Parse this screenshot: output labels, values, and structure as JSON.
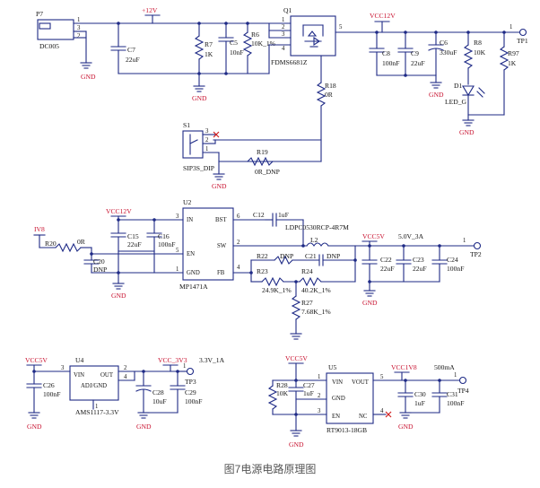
{
  "caption": "图7电源电路原理图",
  "labels": {
    "P7": "P7",
    "DC005": "DC005",
    "C7": "C7",
    "C7v": "22uF",
    "R7": "R7",
    "R7v": "1K",
    "C5": "C5",
    "C5v": "10nF",
    "R6": "R6",
    "R6v": "10K_1%",
    "Q1": "Q1",
    "Q1v": "FDMS6681Z",
    "C8": "C8",
    "C8v": "100nF",
    "C9": "C9",
    "C9v": "22uF",
    "C6": "C6",
    "C6v": "330uF",
    "R8": "R8",
    "R8v": "10K",
    "R97": "R97",
    "R97v": "1K",
    "D1": "D1",
    "D1v": "LED_G",
    "TP1": "TP1",
    "R18": "R18",
    "R18v": "0R",
    "S1": "S1",
    "S1v": "SIP3S_DIP",
    "R19": "R19",
    "R19v": "0R_DNP",
    "U2": "U2",
    "U2v": "MP1471A",
    "C12": "C12",
    "C12v": "1uF",
    "L2part": "LDPC0530RCP-4R7M",
    "L2": "L2",
    "R20": "R20",
    "R20v": "0R",
    "C20": "C20",
    "C20v": "DNP",
    "C15": "C15",
    "C15v": "22uF",
    "C16": "C16",
    "C16v": "100nF",
    "R22": "R22",
    "R22v": "DNP",
    "C21": "C21",
    "C21v": "DNP",
    "R23": "R23",
    "R23v": "24.9K_1%",
    "R24": "R24",
    "R24v": "40.2K_1%",
    "R27": "R27",
    "R27v": "7.68K_1%",
    "C22": "C22",
    "C22v": "22uF",
    "C23": "C23",
    "C23v": "22uF",
    "C24": "C24",
    "C24v": "100nF",
    "TP2": "TP2",
    "rail5v": "5.0V_3A",
    "U4": "U4",
    "U4v": "AMS1117-3.3V",
    "C26": "C26",
    "C26v": "100nF",
    "C28": "C28",
    "C28v": "10uF",
    "C29": "C29",
    "C29v": "100nF",
    "TP3": "TP3",
    "rail33": "3.3V_1A",
    "U5": "U5",
    "U5v": "RT9013-18GB",
    "R28": "R28",
    "R28v": "10K",
    "C27": "C27",
    "C27v": "1uF",
    "C30": "C30",
    "C30v": "1uF",
    "C31": "C31",
    "C31v": "100nF",
    "TP4": "TP4",
    "rail18": "500mA"
  },
  "pins": {
    "IN": "IN",
    "EN": "EN",
    "GND": "GND",
    "BST": "BST",
    "SW": "SW",
    "FB": "FB",
    "VIN": "VIN",
    "OUT": "OUT",
    "ADJ": "ADJ/GND",
    "VOUT": "VOUT",
    "NC": "NC"
  },
  "nets": {
    "p12v": "+12V",
    "vcc12v": "VCC12V",
    "vcc12v_b": "VCC12V",
    "vcc5v": "VCC5V",
    "vcc5v_b": "VCC5V",
    "vcc5v_c": "VCC5V",
    "vcc3v3": "VCC_3V3",
    "vcc1v8": "VCC1V8",
    "iv8": "IV8",
    "gnd": "GND"
  },
  "numbers": {
    "n1": "1",
    "n2": "2",
    "n3": "3",
    "n4": "4",
    "n5": "5",
    "n6": "6"
  }
}
